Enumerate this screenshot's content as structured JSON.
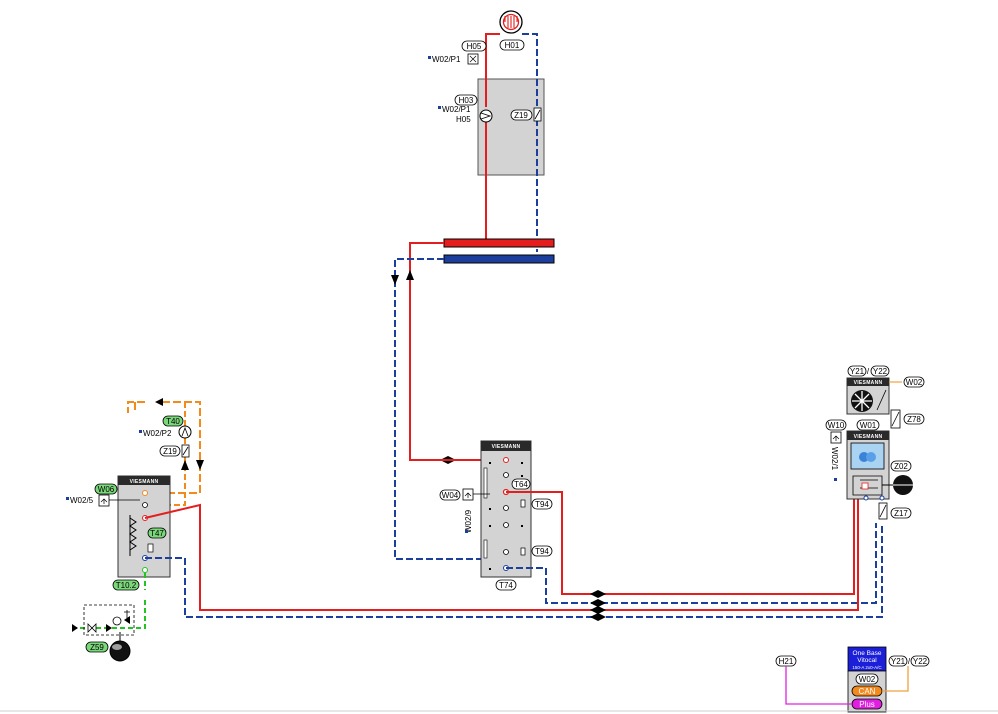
{
  "colors": {
    "supply": "#e41e1e",
    "return": "#1c3f9e",
    "dhw": "#f28a1e",
    "cold_water": "#22c322",
    "signal": "#e020e0",
    "can_bus": "#f0a040",
    "tag_green": "#7ad77a",
    "device_grey": "#d3d3d3",
    "device_dark": "#2a2a2a"
  },
  "brand": "VIESMANN",
  "heating_circuit": {
    "radiator_tag": "H01",
    "thermostat_tag": "H05",
    "thermostat_ref": "W02/P1",
    "pump_tag": "H03",
    "pump_ref_1": "W02/P1",
    "pump_ref_2": "H05",
    "valve_tag": "Z19"
  },
  "buffer": {
    "sensor_tag": "T64",
    "sensor_tag_b1": "T94",
    "sensor_tag_b2": "T94",
    "bottom_tag": "T74",
    "controller_tag": "W04",
    "controller_ref": "W02/9"
  },
  "dhw": {
    "control_tag": "W06",
    "control_ref": "W02/5",
    "sensor_tag": "T47",
    "circ_tag": "T40",
    "circ_ref": "W02/P2",
    "valve_tag": "Z19",
    "inlet_tag": "T10.2",
    "exp_tag": "Z59"
  },
  "heatpump": {
    "outdoor_tag_1": "Y21",
    "outdoor_sep": "/",
    "outdoor_tag_2": "Y22",
    "outdoor_ctrl": "W02",
    "expansion_tag": "Z78",
    "controller_tag": "W10",
    "unit_tag": "W01",
    "unit_ref": "W02/1",
    "vessel_tag": "Z02",
    "valve_tag": "Z17"
  },
  "legend": {
    "sensor_tag": "H21",
    "box_line1": "One Base",
    "box_line2": "Vitocal",
    "box_line3": "150-A 2x0-A/C",
    "ctrl_tag": "W02",
    "can_label": "CAN",
    "plus_label": "Plus",
    "right_tag_1": "Y21",
    "right_sep": "/",
    "right_tag_2": "Y22"
  }
}
